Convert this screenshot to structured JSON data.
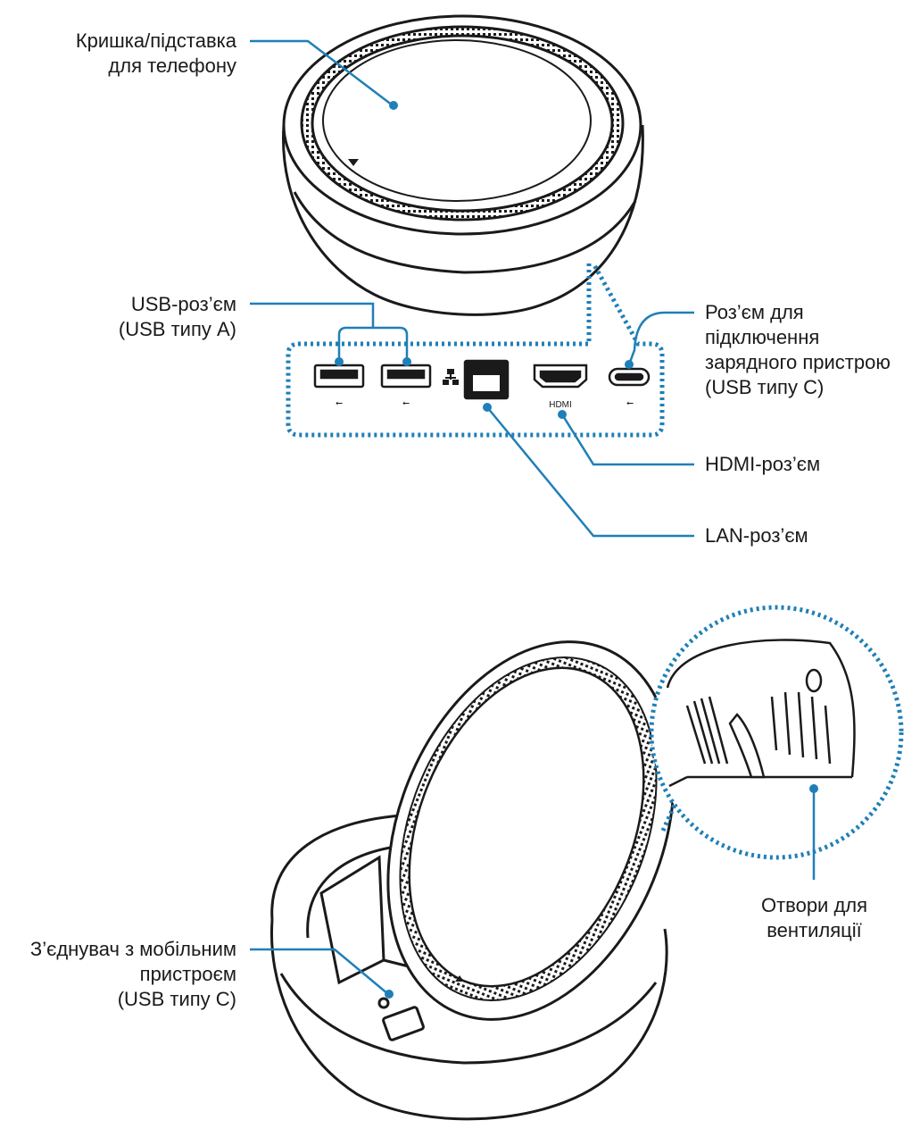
{
  "colors": {
    "callout": "#1f7fb8",
    "outline": "#1a1a1a",
    "fill": "#ffffff"
  },
  "labels": {
    "cover": [
      "Кришка/підставка",
      "для телефону"
    ],
    "usb_a": [
      "USB-роз’єм",
      "(USB типу A)"
    ],
    "charger": [
      "Роз’єм для",
      "підключення",
      "зарядного пристрою",
      "(USB типу C)"
    ],
    "hdmi": [
      "HDMI-роз’єм"
    ],
    "lan": [
      "LAN-роз’єм"
    ],
    "vents": [
      "Отвори для",
      "вентиляції"
    ],
    "mobile_connector": [
      "З’єднувач з мобільним",
      "пристроєм",
      "(USB типу C)"
    ]
  },
  "port_glyphs": {
    "usb1": "⭠",
    "usb2": "⭠",
    "hdmi": "HDMI",
    "usbc": "⭠"
  }
}
